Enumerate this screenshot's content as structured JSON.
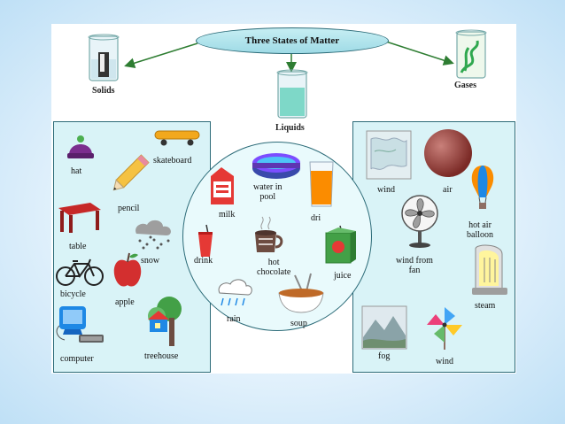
{
  "title": "Three States of Matter",
  "categories": {
    "solids": "Solids",
    "liquids": "Liquids",
    "gases": "Gases"
  },
  "solids_items": [
    "hat",
    "skateboard",
    "pencil",
    "table",
    "snow",
    "bicycle",
    "apple",
    "computer",
    "treehouse"
  ],
  "liquids_items": {
    "milk": "milk",
    "water_in_pool": "water in\npool",
    "drink_glass": "dri",
    "drink": "drink",
    "hot_chocolate": "hot\nchocolate",
    "juice": "juice",
    "rain": "rain",
    "soup": "soup"
  },
  "gases_items": {
    "wind1": "wind",
    "air": "air",
    "hot_air_balloon": "hot air\nballoon",
    "wind_from_fan": "wind from\nfan",
    "steam": "steam",
    "fog": "fog",
    "wind2": "wind"
  },
  "colors": {
    "panel_bg": "#d9f3f7",
    "border": "#2c6b78",
    "arrow": "#2e7d32"
  }
}
